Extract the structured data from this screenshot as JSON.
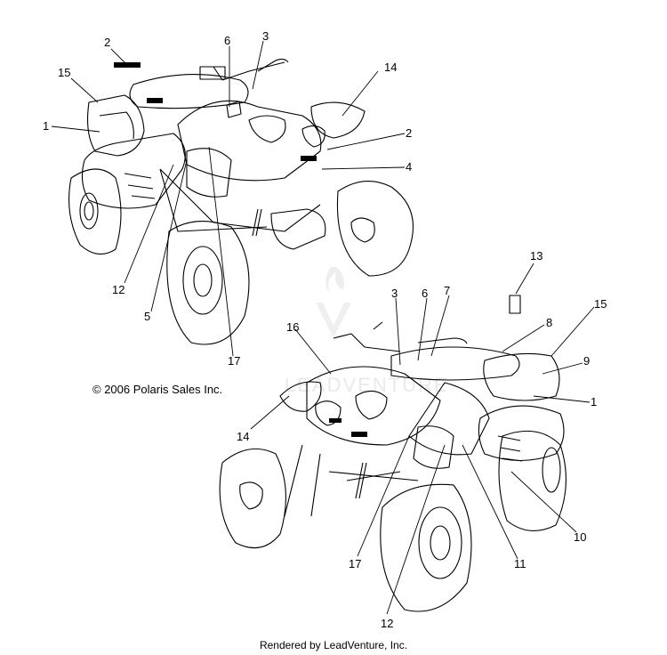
{
  "copyright": "© 2006 Polaris Sales Inc.",
  "footer": "Rendered by LeadVenture, Inc.",
  "watermark": "LEADVENTURE",
  "callouts": {
    "a_2": "2",
    "a_6": "6",
    "a_3": "3",
    "a_15": "15",
    "a_14": "14",
    "a_1": "1",
    "a_2b": "2",
    "a_4": "4",
    "a_12": "12",
    "a_5": "5",
    "a_17": "17",
    "b_13": "13",
    "b_3": "3",
    "b_6": "6",
    "b_7": "7",
    "b_16": "16",
    "b_8": "8",
    "b_15": "15",
    "b_9": "9",
    "b_1": "1",
    "b_14": "14",
    "b_10": "10",
    "b_11": "11",
    "b_17": "17",
    "b_12": "12"
  }
}
